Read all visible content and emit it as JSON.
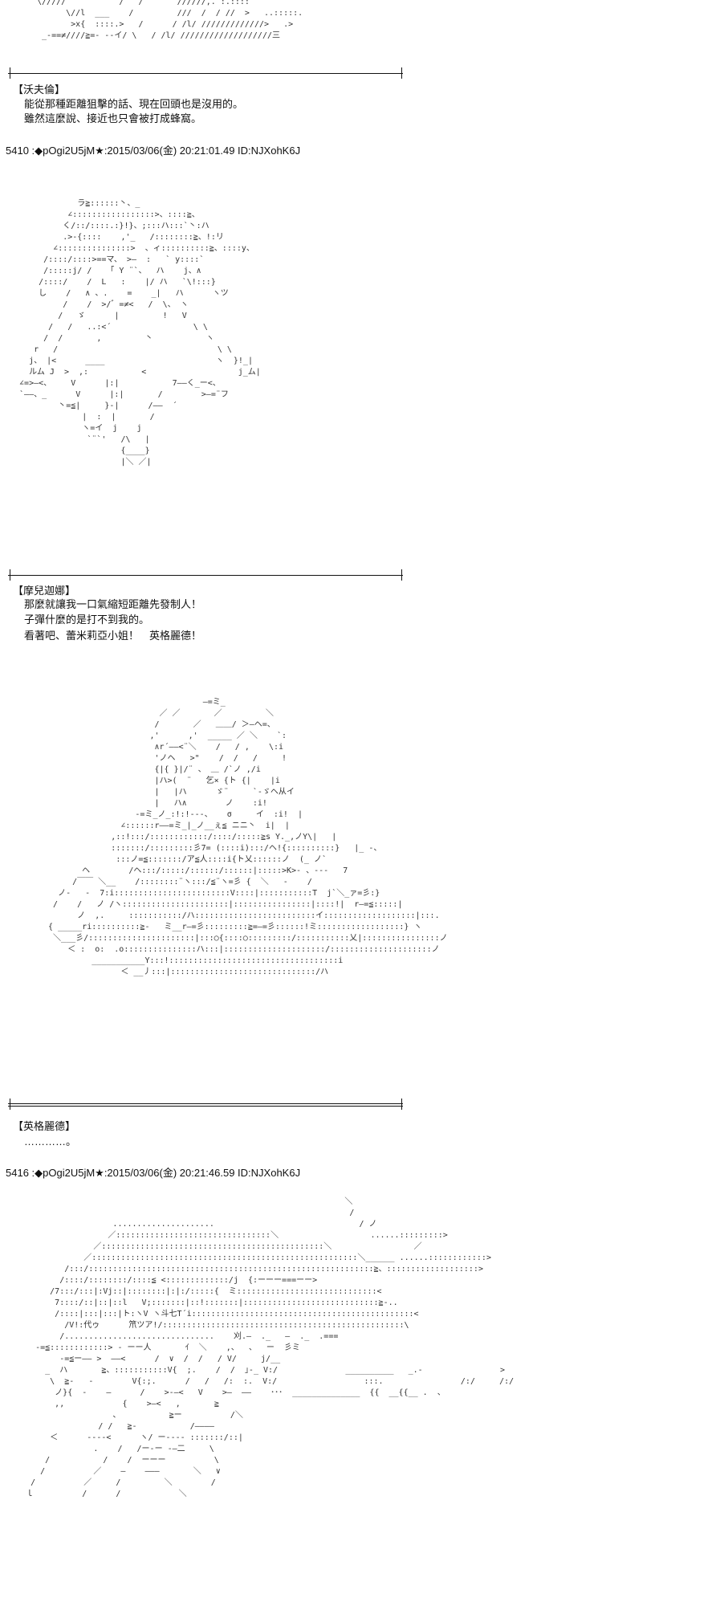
{
  "top_art": " \\/////           /   /       //////,. :.::::\n       \\//l  ___    /         ///  /  / //  >   ..:::::.\n        >x{  ::::.>   /      / /l/ /////////////>   .>\n  _-==≠////≧=‐ --イ/ \\   / /l/ ///////////////////三",
  "section1": {
    "speaker": "【沃夫倫】",
    "lines": [
      "能從那種距離狙擊的話、現在回頭也是沒用的。",
      "雖然這麼說、接近也只會被打成蜂窩。"
    ]
  },
  "post1": "5410 :◆pOgi2U5jM★:2015/03/06(金) 20:21:01.49 ID:NJXohK6J",
  "art1": "              ラ≧::::::丶、_\n            ∠:::::::::::::::::>、::::≧、\n           く/::/::::.:}!}、;:::ハ:::`丶:ハ\n           .>-{::::    ,'_   /::::::::≧、!:リ\n         ∠:::::::::::::::>  、ィ::::::::::≧、::::y、\n       /::::/::::>==マ、 >―  :   ` y::::`\n       /:::::j/ /   「 Y ¨`、  ハ    j、∧\n      /::::/    /  L   :    |/ ハ   `\\!:::}\n      し    /   ∧ 、.    =    _|   ハ      ヽツ\n           /    /  >/゛=≠<   /  \\、 ヽ\n          /   ゞ      |         !   V\n        /   /   ..:<´                 \\ \\\n       /  /       ,         丶           ヽ\n     r   /                                 \\ \\\n    j、 |<      ____                       ヽ  }!_|\n    ルム J  >  ,:           <                   j_ム|\n  ∠=>―<、    V      |:|           7――く_ー<、\n  `――、_      V      |:|       /        >―=¨フ\n          丶=≦|     }‐|      /――  ´\n               |  :  |       /\n               ヽ=イ  j    j\n                `¨`'   /\\   |\n                       {____}\n                       |＼ ／|",
  "section2": {
    "speaker": "【摩兒迦娜】",
    "lines": [
      "那麼就讓我一口氣縮短距離先發制人！",
      "子彈什麼的是打不到我的。",
      "看著吧、蕾米莉亞小姐！　英格麗德！"
    ]
  },
  "art2": "                                  ―=ミ_\n                         ／ ／       ／         ＼\n                        /       ／   ＿＿/ ＞―ヘ=、\n                       ,'      ,'  _____ ／ ＼    `:\n                        ∧r´――<¨＼    /   / ,    \\:i\n                        'ノヘ   >\"    /  /   /     !\n                        {|{ }|/¨ 、 ＿ /`ノ ,/i\n                        |ハ>(  ¨   乞× {ト {|    |i\n                        |   |ハ      ゞ¨     `‐ゞヘ从イ\n                        |   ハ∧        ノ    :i!\n                    -=ミ_ノ_:!:!---、   σ     イ  :i!  |\n                 ∠::::::r――=ミ_|_ノ__ぇ≦ ニニ丶  i|  |\n               ,::!:::/::::::::::::/::::/:::::≧s Y._,ノY\\|   |\n               :::::::/:::::::::彡7= (::::i):::/ヘ!{::::::::::}   |_ -、\n                :::ノ=≦:::::::/ア≦人::::i{ト乂::::::ノ  (_ ノ`\n         ヘ        /ヘ:::/:::::/::::::/::::::|:::::>K>- 、---   7\n       /￣￣ ＼__    /::::::::¨ヽ:::/≦¨ヽ=彡 {  ＼   -    /\n    ノ-   -  7:i::::::::::::::::::::::::V::::|:::::::::::T  j`＼_ァ=彡:}\n   /    /   ノ /ヽ::::::::::::::::::::::|::::::::::::::::|::::!|  r―=≦:::::|\n        ノ  ,.     :::::::::::/ハ:::::::::::::::::::::::::イ:::::::::::::::::::|:::.\n  { _____ri::::::::::≧-   ミ__r―=彡:::::::::≧=―=彡::::::!ミ::::::::::::::::::} ヽ\n   ＼___彡/::::::::::::::::::::::|:::○{::::○:::::::::/:::::::::::乂|::::::::::::::::ノ\n      ＜ :  o:  .o:::::::::::::::ハ:::|:::::::::::::::::::::/:::::::::::::::::::::ノ\n           ___________Y:::!:::::::::::::::::::::::::::::::::::i\n                 ＜ __丿:::|::::::::::::::::::::::::::::::/ハ",
  "section3": {
    "speaker": "【英格麗德】",
    "lines": [
      "…………。"
    ]
  },
  "post2": "5416 :◆pOgi2U5jM★:2015/03/06(金) 20:21:46.59 ID:NJXohK6J",
  "art3": "                                                                     ＼\n                                                                      /\n                     .....................                              / ノ\n                    ／::::::::::::::::::::::::::::::::＼                   ......:::::::::>\n                 ／::::::::::::::::::::::::::::::::::::::::::::::＼                 ／\n               ／:::::::::::::::::::::::::::::::::::::::::::::::::::::::＼______ ......::::::::::::>\n           /:::/:::::::::::::::::::::::::::::::::::::::::::::::::::::::::::≧、:::::::::::::::::::>\n          /::::/::::::::/::::≦ <:::::::::::::/j  {:ーーー===ーー>\n        /7:::/:::|:Vj::|::::::::|:|:/:::::{  ミ:::::::::::::::::::::::::::::<\n         7::::/::|::|::l   V;:::::::|::!:::::::|::::::::::::::::::::::::::::≧‐..\n         /::::|:::|:::|ト:ヽV ヽ斗七T´i::::::::::::::::::::::::::::::::::::::::::::::<\n           /V!:代ゥ      笊ツア!/::::::::::::::::::::::::::::::::::::::::::::::::::\\\n          /...............................    刈.―  ._   ―  ._  .===\n     -=≦::::::::::::> ‐ ーー人       ｲ  ＼    ,、  、  ー  彡ミ\n          -=≦ー―― >  ――<      /  ∨  /  /   / V/     j/__\n       _  ハ       ≧、:::::::::::V{  ;.    /  /  ｣-_ V:/              __________   _.-                >\n        \\  ≧-   -        V{:;.      /   /   /:  :.  V:/                  :::.                /:/     /:/\n         ノ}{  -    ―      /    >-―<   V    >―  ――    ･･･  ______________  {{  __{{__ .  、\n         ,,            {    >―<   ,       ≧\n                     、          ≧ー          /＼\n                  / /   ≧-           /――――\n        ＜      ----<      ヽ/ ー---- :::::::/::|\n                 .    /   /ー-ー ‐―二     \\\n       /           /    /  ーーー          \\\n      /          ／    ―    ―――       ＼   ∨\n    /          ／     /         ＼        /\n   ｌ          /      /            ＼"
}
